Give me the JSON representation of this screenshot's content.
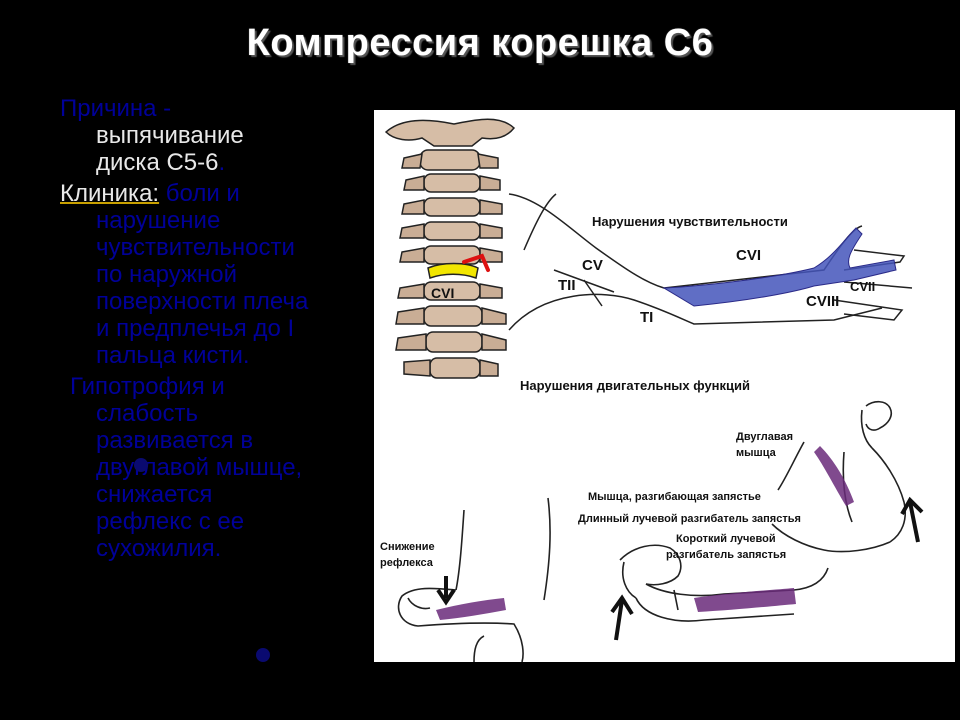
{
  "slide": {
    "title": "Компрессия корешка С6",
    "bullets": {
      "cause": {
        "label": "Причина -",
        "lines": [
          "выпячивание",
          "диска С5-6"
        ],
        "tail": "."
      },
      "clinic": {
        "label": "Клиника:",
        "first": " боли и",
        "lines": [
          "нарушение",
          "чувствительности",
          "по наружной",
          "поверхности плеча",
          "и предплечья до I",
          "пальца кисти."
        ]
      },
      "hypotrophy": {
        "first": "Гипотрофия и",
        "lines": [
          "слабость",
          "развивается в",
          "двуглавой мышце,",
          "снижается",
          "рефлекс с ее",
          "сухожилия."
        ]
      }
    }
  },
  "figure": {
    "spine_label": "CVI",
    "sensory_title": "Нарушения чувствительности",
    "dermatomes": {
      "cv": "CV",
      "cvi": "CVI",
      "cvii": "CVII",
      "cviii": "CVIII",
      "tii": "TII",
      "ti": "TI"
    },
    "motor_title": "Нарушения двигательных функций",
    "biceps_label_1": "Двуглавая",
    "biceps_label_2": "мышца",
    "wrist_ext_label": "Мышца, разгибающая запястье",
    "ecrl_label": "Длинный лучевой разгибатель запястья",
    "ecrb_label_1": "Короткий лучевой",
    "ecrb_label_2": "разгибатель запястья",
    "reflex_label_1": "Снижение",
    "reflex_label_2": "рефлекса",
    "colors": {
      "sensory_zone": "#4455bb",
      "muscle": "#6a2a7a",
      "disc": "#f2e600",
      "arrow_red": "#dd1111",
      "vertebra": "#d6bda6"
    }
  }
}
